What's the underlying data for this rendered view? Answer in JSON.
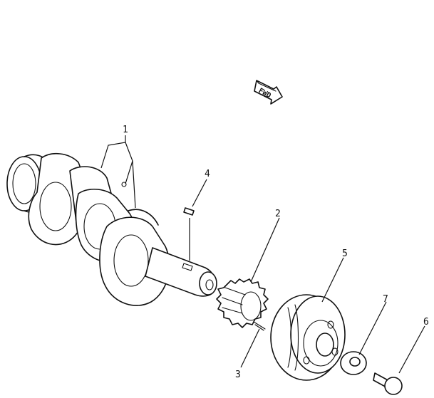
{
  "direction_marker": {
    "label": "FWD"
  },
  "callouts": [
    {
      "id": "crankshaft",
      "number": "1"
    },
    {
      "id": "crank-gear",
      "number": "2"
    },
    {
      "id": "spring-pin",
      "number": "3"
    },
    {
      "id": "key",
      "number": "4"
    },
    {
      "id": "pulley",
      "number": "5"
    },
    {
      "id": "bolt",
      "number": "6"
    },
    {
      "id": "washer",
      "number": "7"
    }
  ]
}
